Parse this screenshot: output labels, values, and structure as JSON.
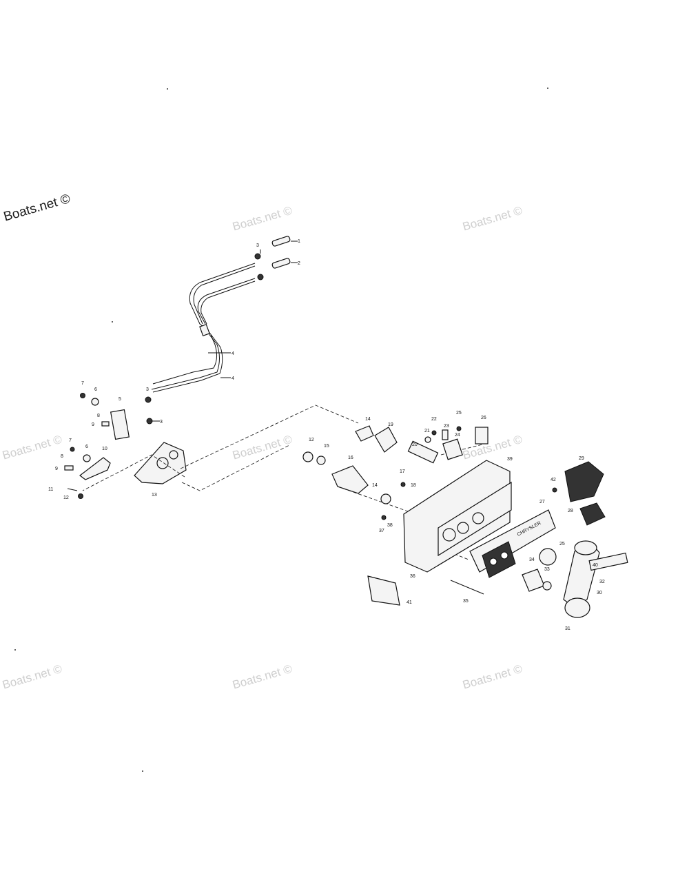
{
  "watermarks": {
    "main": "Boats.net ©",
    "faint": [
      "Boats.net ©",
      "Boats.net ©",
      "Boats.net ©",
      "Boats.net ©",
      "Boats.net ©",
      "Boats.net ©",
      "Boats.net ©",
      "Boats.net ©"
    ]
  },
  "diagram": {
    "panel_brand": "CHRYSLER",
    "callouts": [
      "1",
      "2",
      "3",
      "4",
      "4",
      "3",
      "3",
      "7",
      "6",
      "8",
      "9",
      "5",
      "7",
      "6",
      "8",
      "9",
      "10",
      "11",
      "12",
      "13",
      "14",
      "19",
      "21",
      "22",
      "23",
      "24",
      "25",
      "26",
      "20",
      "12",
      "15",
      "16",
      "14",
      "17",
      "18",
      "37",
      "38",
      "39",
      "42",
      "27",
      "29",
      "28",
      "25",
      "40",
      "32",
      "30",
      "31",
      "34",
      "33",
      "35",
      "36",
      "41"
    ]
  }
}
